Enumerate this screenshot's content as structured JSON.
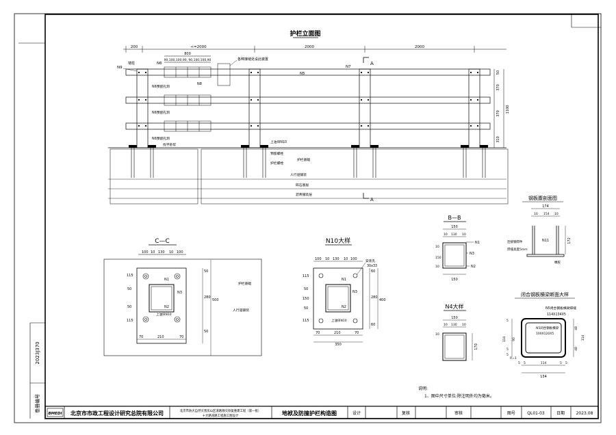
{
  "sheet": {
    "side_code": "2023J370",
    "side_label": "卷册编号"
  },
  "elevation": {
    "title": "护栏立面图",
    "dims_top": [
      "200",
      "<=2000",
      "2000",
      "2000"
    ],
    "dims_sub": [
      "800"
    ],
    "dims_small": "90,100,100,90, 90,100,100,90",
    "labels": {
      "n9": "N9",
      "column": "墙柱",
      "n6": "N6",
      "node": "各种接缝处设此装置",
      "n8": "N8",
      "n5": "N5",
      "n7": "N7",
      "a_top": "A",
      "a_bottom": "A",
      "n6_note": "N6预留孔洞",
      "base_plate": "上油块N10",
      "screed": "找平砂浆",
      "grout": "预留螺栓",
      "bolt_hole": "护栏基础",
      "sidewalk": "人行道铺装",
      "base1": "沥青铺装层",
      "base2": "碎石基层",
      "pave": "护栏螺栓"
    },
    "right_dims": [
      "50",
      "370",
      "370",
      "1100",
      "310"
    ]
  },
  "cc": {
    "title": "C—C",
    "dims_top": [
      "100",
      "10",
      "130",
      "10",
      "100"
    ],
    "dims_left": [
      "115",
      "50",
      "50",
      "115"
    ],
    "dims_right": [
      "50",
      "280",
      "500",
      "50"
    ],
    "dims_bottom": [
      "70",
      "210",
      "70"
    ],
    "labels": {
      "n1": "N1",
      "n2": "N2",
      "n3": "N3",
      "n10": "上油块N10",
      "base": "护栏基础",
      "sidewalk": "人行道铺装"
    }
  },
  "n10": {
    "title": "N10大样",
    "dims_top": [
      "100",
      "10",
      "130",
      "10",
      "100"
    ],
    "dims_left": [
      "115",
      "50",
      "150",
      "50",
      "115"
    ],
    "dims_right": [
      "60",
      "280",
      "400",
      "60"
    ],
    "dims_bottom": [
      "70",
      "210",
      "70"
    ],
    "dims_total": "350",
    "labels": {
      "hole": "安装孔",
      "hole_size": "30x33",
      "n1": "N1",
      "n2": "N2",
      "n3": "N3",
      "n10": "上油块N10"
    }
  },
  "bb": {
    "title": "B—B",
    "dims_top_total": "150",
    "dims_top": [
      "10",
      "130",
      "10"
    ],
    "dims_left": [
      "10",
      "150",
      "10"
    ],
    "dims_bottom": "150",
    "labels": {
      "n1": "N1",
      "n2": "N2",
      "n3": "N3"
    }
  },
  "n4": {
    "title": "N4大样",
    "dims_top": "150",
    "dims_top_sub": [
      "10",
      "130",
      "10"
    ],
    "dims_left": "10",
    "dims_right": "170"
  },
  "steel": {
    "title": "钢板腹剖面图",
    "dims_top": "174",
    "dims_top_sub": [
      "10",
      "154",
      "10"
    ],
    "dims_right": [
      "172"
    ],
    "labels": {
      "n11": "N11",
      "weld": "连接钢焊件",
      "thick": "焊缝高度5mm",
      "base": "橡胶"
    }
  },
  "rail": {
    "title": "闭合钢板横梁断面大样",
    "labels": {
      "n5a": "N5闭合钢板横梁焊缝",
      "n5a_size": "114X134X5",
      "n5b": "N5闭合钢板横梁",
      "n5b_size": "100X120X5",
      "r": "R=1"
    },
    "dims_left": [
      "5",
      "114",
      "90",
      "5",
      "5"
    ],
    "dims_right": [
      "48",
      "114",
      "48"
    ],
    "dims_bottom": [
      "5",
      "5",
      "114",
      "5",
      "5"
    ],
    "dims_total": "134"
  },
  "notes": {
    "title": "说明:",
    "line1": "1、图中尺寸单位:除注明外均为毫米。"
  },
  "titleblock": {
    "logo": "BMEDI",
    "org": "北京市市政工程设计研究总院有限公司",
    "project_line1": "北京市防大自然灾害房山区道路救灾恢复重建工程（第一批）",
    "project_line2": "十大路道路工程施工图设计",
    "drawing": "地袱及防撞护栏构造图",
    "design": "设计",
    "check": "复核",
    "review": "审核",
    "sheet_no_label": "图号",
    "sheet_no": "QL01-03",
    "date_label": "日期",
    "date": "2023.08"
  }
}
